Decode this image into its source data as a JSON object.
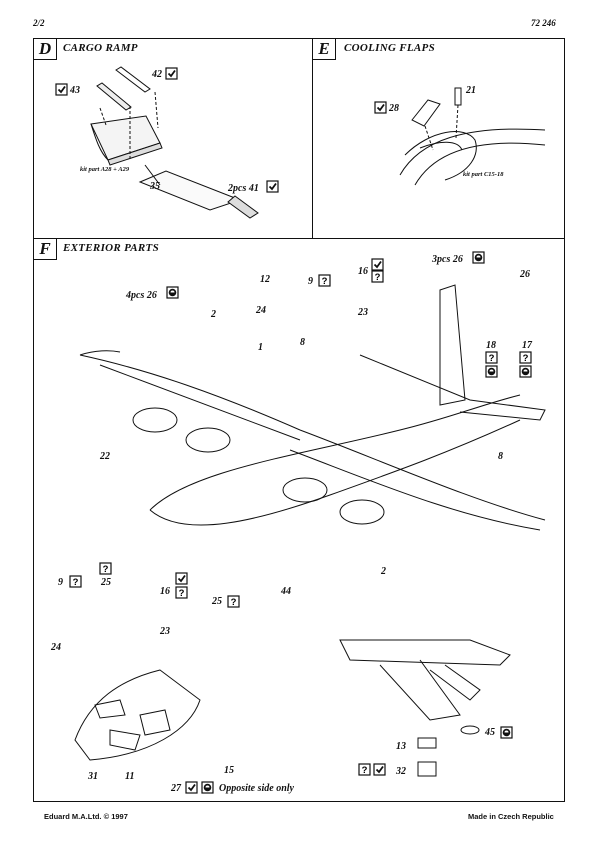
{
  "header": {
    "page": "2/2",
    "kit_number": "72 246"
  },
  "panels": {
    "d": {
      "letter": "D",
      "title": "CARGO RAMP"
    },
    "e": {
      "letter": "E",
      "title": "COOLING FLAPS"
    },
    "f": {
      "letter": "F",
      "title": "EXTERIOR PARTS"
    }
  },
  "labels": {
    "d_42": "42",
    "d_43": "43",
    "d_35": "35",
    "d_41": "2pcs 41",
    "d_kitpart": "kit part A28 + A29",
    "e_28": "28",
    "e_21": "21",
    "e_kitpart": "kit part C15-18",
    "f_4pcs26": "4pcs 26",
    "f_2_top": "2",
    "f_12": "12",
    "f_24_top": "24",
    "f_1": "1",
    "f_9_top": "9",
    "f_16_top": "16",
    "f_23_top": "23",
    "f_8_top": "8",
    "f_3pcs26": "3pcs 26",
    "f_26_right": "26",
    "f_18": "18",
    "f_17": "17",
    "f_8_right": "8",
    "f_22": "22",
    "f_44": "44",
    "f_2_bottom": "2",
    "f_9_low": "9",
    "f_25_low": "25",
    "f_16_low": "16",
    "f_25_right": "25",
    "f_23_low": "23",
    "f_24_low": "24",
    "f_31": "31",
    "f_11": "11",
    "f_15": "15",
    "f_27": "27",
    "f_27_note": "Opposite side only",
    "f_13": "13",
    "f_45": "45",
    "f_32": "32"
  },
  "icon_names": {
    "glue": "glue-check-icon",
    "optional": "question-box-icon",
    "paint": "paint-circle-icon"
  },
  "footer": {
    "left": "Eduard M.A.Ltd.  © 1997",
    "right": "Made in Czech Republic"
  }
}
